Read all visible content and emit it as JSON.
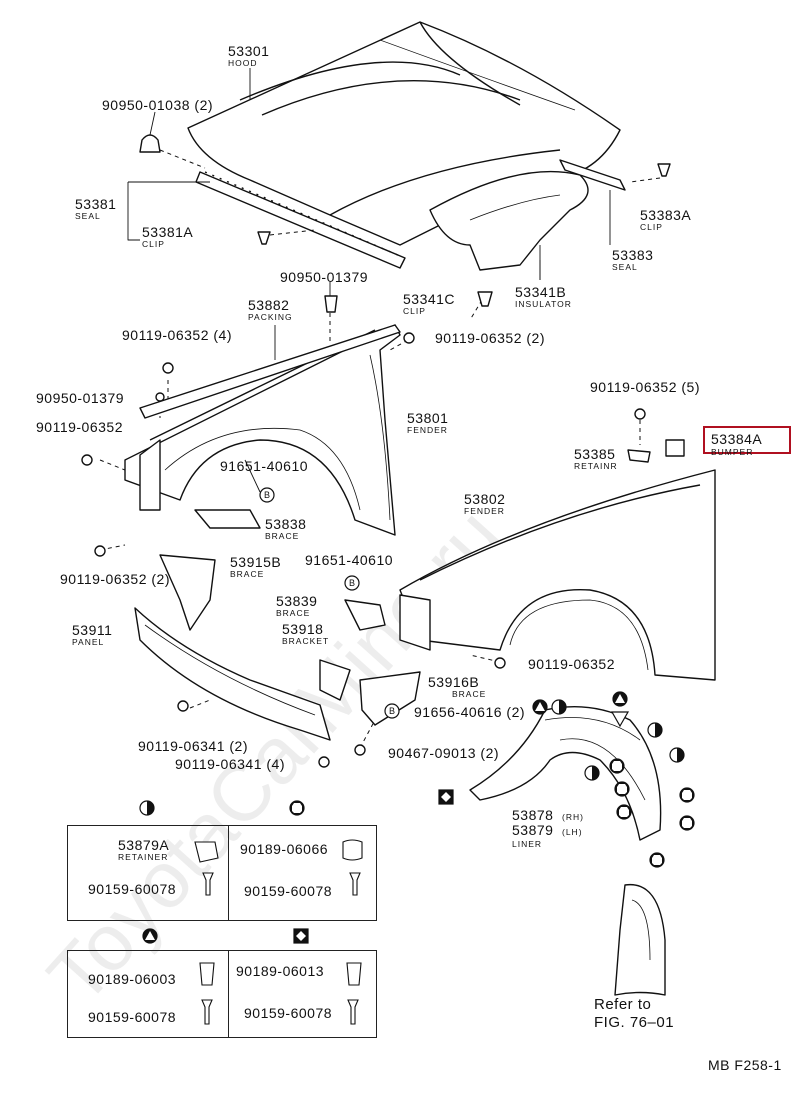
{
  "colors": {
    "highlight": "#b01020",
    "ink": "#111111",
    "watermark": "rgba(0,0,0,0.07)"
  },
  "watermark": "ToyotaCarMine.ru",
  "parts": {
    "hood": {
      "number": "53301",
      "name": "HOOD"
    },
    "bolt_90950_01038": {
      "number": "90950-01038 (2)"
    },
    "seal_53381": {
      "number": "53381",
      "name": "SEAL"
    },
    "clip_53381a": {
      "number": "53381A",
      "name": "CLIP"
    },
    "grommet_90950_01379_top": {
      "number": "90950-01379"
    },
    "insulator_53341b": {
      "number": "53341B",
      "name": "INSULATOR"
    },
    "clip_53341c": {
      "number": "53341C",
      "name": "CLIP"
    },
    "clip_53383a": {
      "number": "53383A",
      "name": "CLIP"
    },
    "seal_53383": {
      "number": "53383",
      "name": "SEAL"
    },
    "packing_53882": {
      "number": "53882",
      "name": "PACKING"
    },
    "bolt_90119_06352_4": {
      "number": "90119-06352 (4)"
    },
    "bolt_90119_06352_2_top": {
      "number": "90119-06352 (2)"
    },
    "grommet_90950_01379_left": {
      "number": "90950-01379"
    },
    "bolt_90119_06352_left": {
      "number": "90119-06352"
    },
    "fender_53801": {
      "number": "53801",
      "name": "FENDER"
    },
    "bolt_90119_06352_5": {
      "number": "90119-06352 (5)"
    },
    "bumper_53384a": {
      "number": "53384A",
      "name": "BUMPER"
    },
    "retainer_53385": {
      "number": "53385",
      "name": "RETAINR"
    },
    "bolt_91651_40610_a": {
      "number": "91651-40610"
    },
    "brace_53838": {
      "number": "53838",
      "name": "BRACE"
    },
    "fender_53802": {
      "number": "53802",
      "name": "FENDER"
    },
    "bolt_90119_06352_2_left": {
      "number": "90119-06352 (2)"
    },
    "brace_53915b": {
      "number": "53915B",
      "name": "BRACE"
    },
    "bolt_91651_40610_b": {
      "number": "91651-40610"
    },
    "brace_53839": {
      "number": "53839",
      "name": "BRACE"
    },
    "panel_53911": {
      "number": "53911",
      "name": "PANEL"
    },
    "bracket_53918": {
      "number": "53918",
      "name": "BRACKET"
    },
    "bolt_90119_06352_right": {
      "number": "90119-06352"
    },
    "brace_53916b": {
      "number": "53916B",
      "name": "BRACE"
    },
    "bolt_91656_40616": {
      "number": "91656-40616 (2)"
    },
    "bolt_90119_06341_2": {
      "number": "90119-06341 (2)"
    },
    "clip_90467_09013": {
      "number": "90467-09013 (2)"
    },
    "bolt_90119_06341_4": {
      "number": "90119-06341 (4)"
    },
    "liner_53878": {
      "number": "53878",
      "suffix": "(RH)"
    },
    "liner_53879": {
      "number": "53879",
      "suffix": "(LH)",
      "name": "LINER"
    }
  },
  "circle_b": "B",
  "legend": {
    "half_circle": {
      "retainer_number": "53879A",
      "retainer_name": "RETAINER",
      "screw": "90159-60078"
    },
    "octagon": {
      "clip": "90189-06066",
      "screw": "90159-60078"
    },
    "triangle": {
      "clip": "90189-06003",
      "screw": "90159-60078"
    },
    "diamond": {
      "clip": "90189-06013",
      "screw": "90159-60078"
    }
  },
  "refer": {
    "line1": "Refer to",
    "line2": "FIG. 76–01"
  },
  "footer_code": "MB F258-1"
}
